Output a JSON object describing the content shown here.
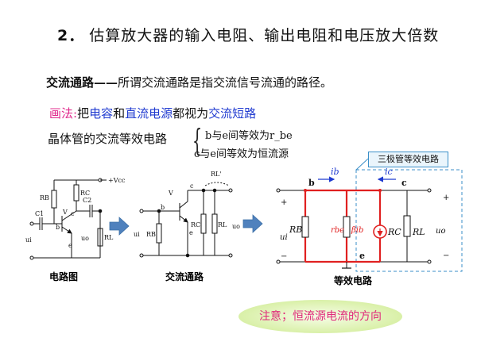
{
  "title": {
    "number": "2．",
    "text": "估算放大器的输入电阻、输出电阻和电压放大倍数"
  },
  "ac_path": {
    "term": "交流通路——",
    "definition": "所谓交流通路是指交流信号流通的路径。"
  },
  "method": {
    "label": "画法:",
    "p1": "把",
    "capacitor": "电容",
    "p2": "和",
    "dc_source": "直流电源",
    "p3": "都视为",
    "ac_short": "交流短路"
  },
  "transistor_equiv": {
    "label": "晶体管的交流等效电路",
    "bullet1": "b与e间等效为r_be",
    "bullet2": "c与e间等效为恒流源"
  },
  "callout": "三极管等效电路",
  "captions": {
    "circuit": "电路图",
    "ac": "交流通路",
    "equiv": "等效电路"
  },
  "note": "注意；恒流源电流的方向",
  "fig1": {
    "vcc": "+Vcc",
    "rb": "RB",
    "rc": "RC",
    "c1": "C1",
    "c2": "C2",
    "v": "V",
    "rl": "RL",
    "ui": "ui",
    "uo": "uo",
    "b": "b",
    "c": "c",
    "e": "e"
  },
  "fig2": {
    "v": "V",
    "c": "c",
    "b": "b",
    "e": "e",
    "rl_top": "RL'",
    "rb": "RB",
    "rc": "RC",
    "rl": "RL",
    "ui": "ui",
    "uo": "uo"
  },
  "fig3": {
    "b": "b",
    "c": "c",
    "e": "e",
    "ib": "ib",
    "ic": "ic",
    "ui": "ui",
    "uo": "uo",
    "rb": "RB",
    "rbe": "rbe",
    "beta_ib": "βib",
    "rc": "RC",
    "rl": "RL",
    "plus": "+",
    "minus": "−"
  },
  "colors": {
    "pink": "#e0288c",
    "blue": "#1f3ad0",
    "red_circuit": "#e02020",
    "callout_border": "#3b8fc8",
    "arrow_fill": "#4f81bd"
  }
}
